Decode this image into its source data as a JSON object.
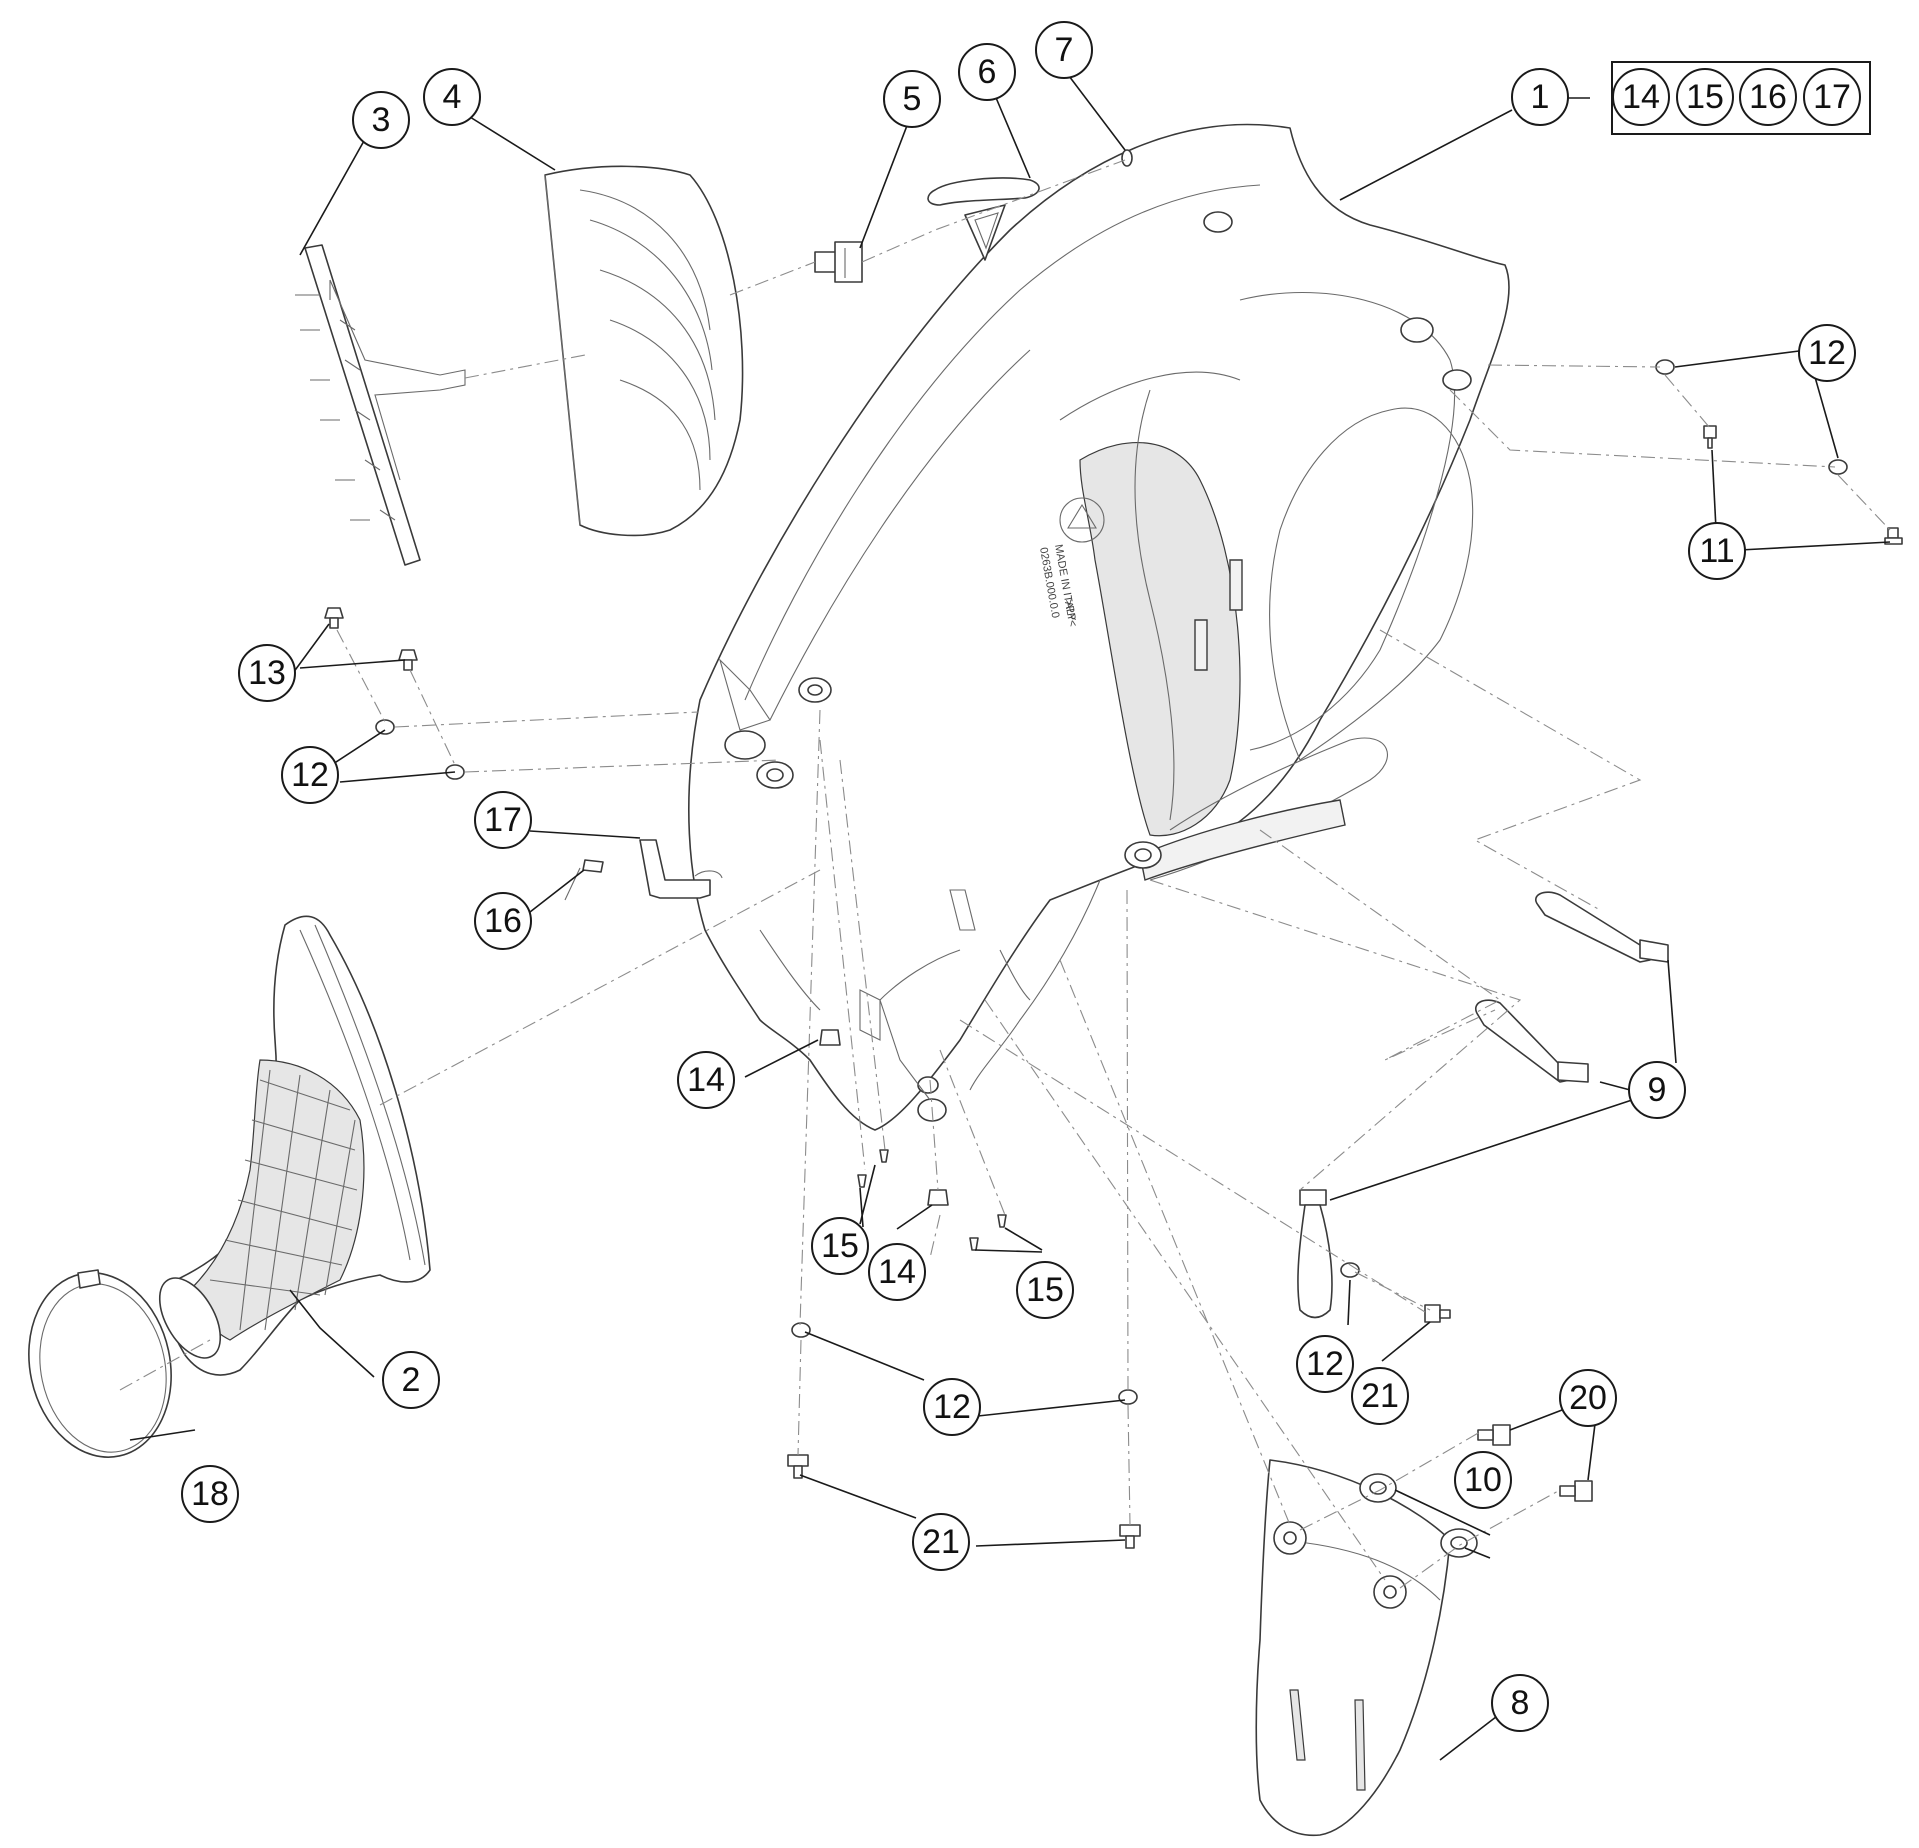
{
  "callouts": [
    {
      "id": "c1",
      "label": "1"
    },
    {
      "id": "c2",
      "label": "2"
    },
    {
      "id": "c3",
      "label": "3"
    },
    {
      "id": "c4",
      "label": "4"
    },
    {
      "id": "c5",
      "label": "5"
    },
    {
      "id": "c6",
      "label": "6"
    },
    {
      "id": "c7",
      "label": "7"
    },
    {
      "id": "c8",
      "label": "8"
    },
    {
      "id": "c9",
      "label": "9"
    },
    {
      "id": "c10",
      "label": "10"
    },
    {
      "id": "c11",
      "label": "11"
    },
    {
      "id": "c12a",
      "label": "12"
    },
    {
      "id": "c12b",
      "label": "12"
    },
    {
      "id": "c12c",
      "label": "12"
    },
    {
      "id": "c12d",
      "label": "12"
    },
    {
      "id": "c13",
      "label": "13"
    },
    {
      "id": "c14a",
      "label": "14"
    },
    {
      "id": "c14b",
      "label": "14"
    },
    {
      "id": "c15a",
      "label": "15"
    },
    {
      "id": "c15b",
      "label": "15"
    },
    {
      "id": "c16",
      "label": "16"
    },
    {
      "id": "c17",
      "label": "17"
    },
    {
      "id": "c18",
      "label": "18"
    },
    {
      "id": "c20",
      "label": "20"
    },
    {
      "id": "c21a",
      "label": "21"
    },
    {
      "id": "c21b",
      "label": "21"
    }
  ],
  "kit": {
    "parent_label": "1",
    "items": [
      "14",
      "15",
      "16",
      "17"
    ]
  },
  "embossing": {
    "line1": "MADE IN ITALY",
    "line2": "0263B.000.0.0",
    "line3": ">PP<"
  },
  "colors": {
    "line": "#3a3a3a",
    "leader": "#1a1a1a",
    "background": "#ffffff"
  }
}
